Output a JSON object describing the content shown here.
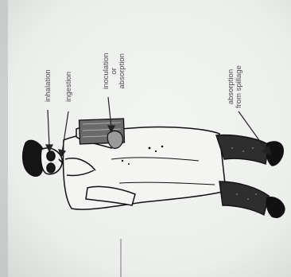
{
  "diagram": {
    "labels": {
      "inhalation": "inhalation",
      "ingestion": "ingestion",
      "inoculation_line1": "inoculation",
      "inoculation_line2": "or",
      "inoculation_line3": "absorption",
      "spillage_line1": "absorption",
      "spillage_line2": "from spillage"
    }
  }
}
